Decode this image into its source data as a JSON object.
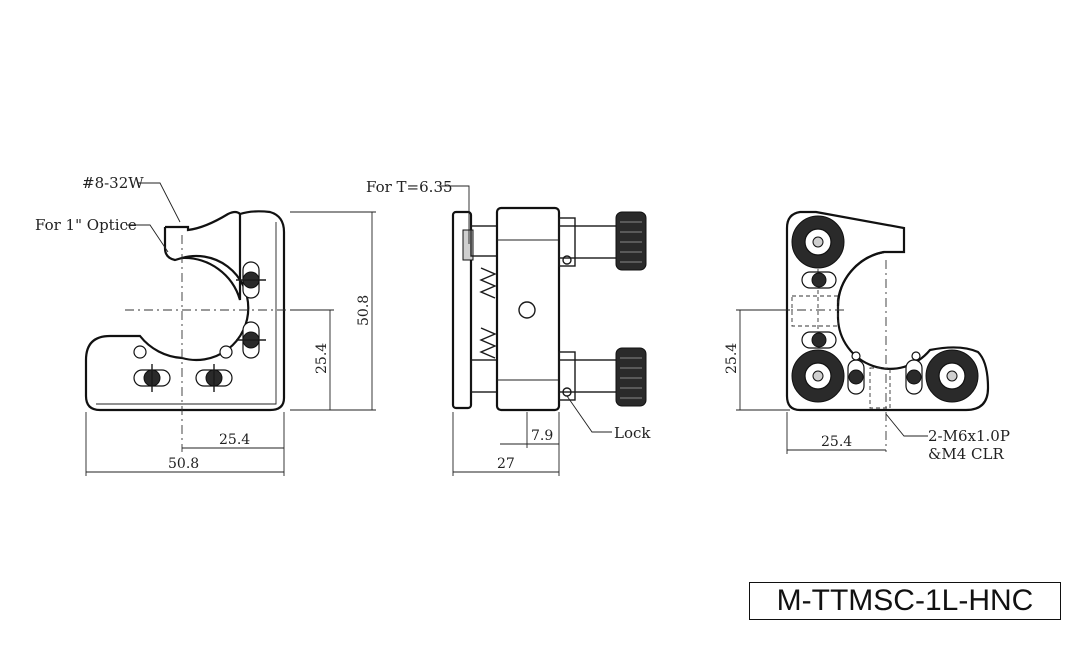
{
  "title_block": {
    "part_number": "M-TTMSC-1L-HNC"
  },
  "front_view": {
    "callout_thread": "#8-32W",
    "callout_optic": "For 1\" Optice",
    "dim_width_total": "50.8",
    "dim_center_x": "25.4",
    "dim_height_total": "50.8",
    "dim_center_y": "25.4"
  },
  "side_view": {
    "callout_thickness": "For T=6.35",
    "callout_lock": "Lock",
    "dim_depth_total": "27",
    "dim_offset": "7.9"
  },
  "rear_view": {
    "callout_holes_line1": "2-M6x1.0P",
    "callout_holes_line2": "&M4 CLR",
    "dim_center_x": "25.4",
    "dim_center_y": "25.4"
  }
}
